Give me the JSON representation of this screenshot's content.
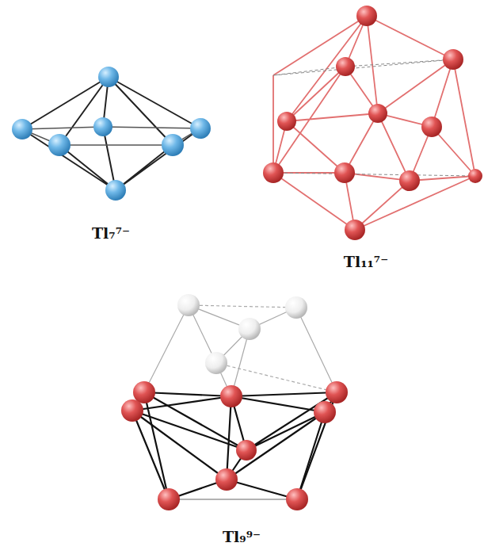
{
  "diagram": {
    "labels": [
      "Tl₇⁷⁻",
      "Tl₁₁⁷⁻",
      "Tl₉⁹⁻"
    ]
  }
}
